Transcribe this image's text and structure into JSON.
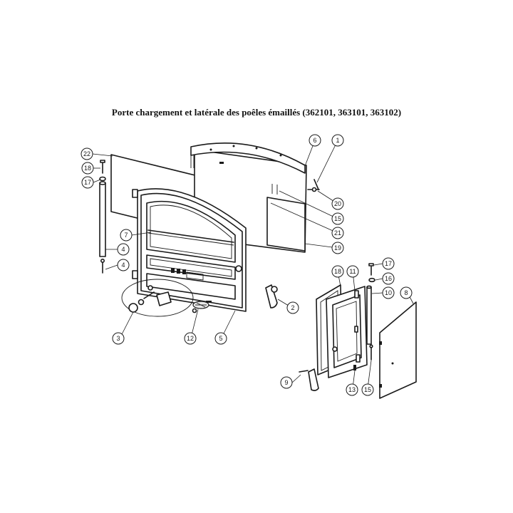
{
  "title": "Porte chargement et latérale des poêles émaillés (362101, 363101, 363102)",
  "callouts": [
    {
      "id": "c22",
      "label": "22"
    },
    {
      "id": "c18a",
      "label": "18"
    },
    {
      "id": "c17a",
      "label": "17"
    },
    {
      "id": "c4a",
      "label": "4"
    },
    {
      "id": "c4b",
      "label": "4"
    },
    {
      "id": "c7",
      "label": "7"
    },
    {
      "id": "c6",
      "label": "6"
    },
    {
      "id": "c1",
      "label": "1"
    },
    {
      "id": "c20",
      "label": "20"
    },
    {
      "id": "c15a",
      "label": "15"
    },
    {
      "id": "c21",
      "label": "21"
    },
    {
      "id": "c19",
      "label": "19"
    },
    {
      "id": "c2",
      "label": "2"
    },
    {
      "id": "c3",
      "label": "3"
    },
    {
      "id": "c12",
      "label": "12"
    },
    {
      "id": "c5",
      "label": "5"
    },
    {
      "id": "c18b",
      "label": "18"
    },
    {
      "id": "c11",
      "label": "11"
    },
    {
      "id": "c17b",
      "label": "17"
    },
    {
      "id": "c16",
      "label": "16"
    },
    {
      "id": "c10",
      "label": "10"
    },
    {
      "id": "c8",
      "label": "8"
    },
    {
      "id": "c9",
      "label": "9"
    },
    {
      "id": "c13",
      "label": "13"
    },
    {
      "id": "c15b",
      "label": "15"
    }
  ]
}
